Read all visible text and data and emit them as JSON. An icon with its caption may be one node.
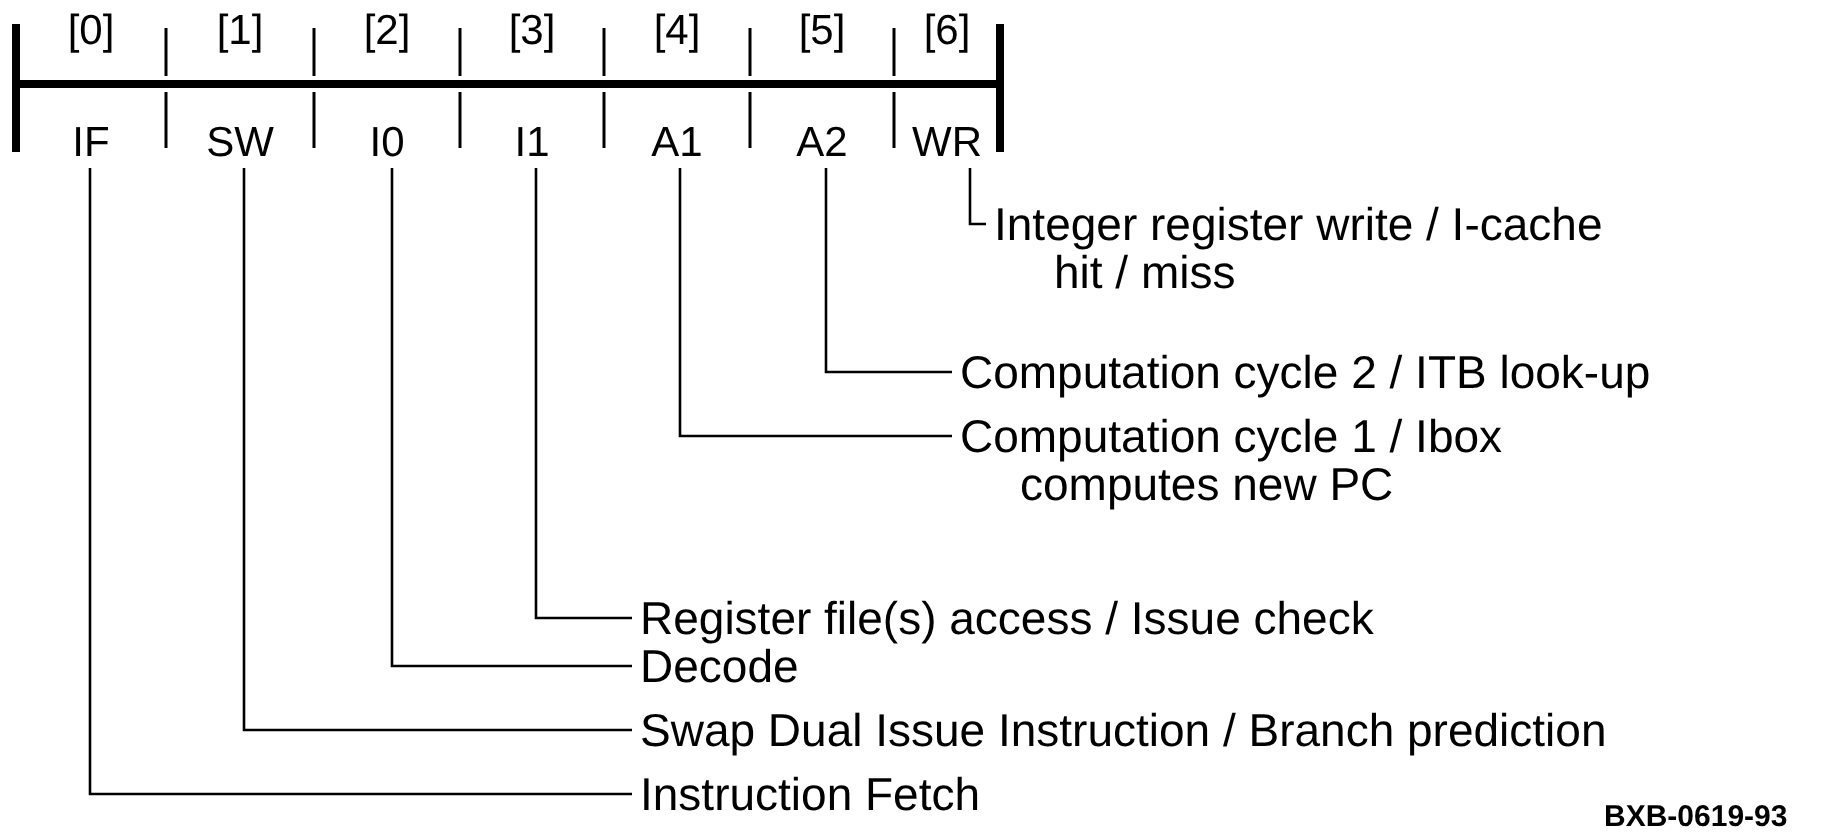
{
  "diagram": {
    "nodes": [
      {
        "text": [
          "[0]",
          "IF"
        ]
      },
      {
        "text": [
          "[1]",
          "SW"
        ]
      },
      {
        "text": [
          "[2]",
          "I0"
        ]
      },
      {
        "text": [
          "[3]",
          "I1"
        ]
      },
      {
        "text": [
          "[4]",
          "A1"
        ]
      },
      {
        "text": [
          "[5]",
          "A2"
        ]
      },
      {
        "text": [
          "[6]",
          "WR"
        ]
      },
      {
        "text": [
          "Integer register write / I-cache hit / miss"
        ]
      },
      {
        "text": [
          "Computation cycle 2 / ITB look-up"
        ]
      },
      {
        "text": [
          "Computation cycle 1 / Ibox computes new PC"
        ]
      },
      {
        "text": [
          "Register file(s) access / Issue check"
        ]
      },
      {
        "text": [
          "Decode"
        ]
      },
      {
        "text": [
          "Swap Dual Issue Instruction  / Branch prediction"
        ]
      },
      {
        "text": [
          "Instruction Fetch"
        ]
      }
    ],
    "edges": [
      {
        "from": 6,
        "to": 7,
        "arrow": "none"
      },
      {
        "from": 5,
        "to": 8,
        "arrow": "none"
      },
      {
        "from": 4,
        "to": 9,
        "arrow": "none"
      },
      {
        "from": 3,
        "to": 10,
        "arrow": "none"
      },
      {
        "from": 2,
        "to": 11,
        "arrow": "none"
      },
      {
        "from": 1,
        "to": 12,
        "arrow": "none"
      },
      {
        "from": 0,
        "to": 13,
        "arrow": "none"
      }
    ],
    "labels": [
      "BXB-0619-93"
    ]
  }
}
